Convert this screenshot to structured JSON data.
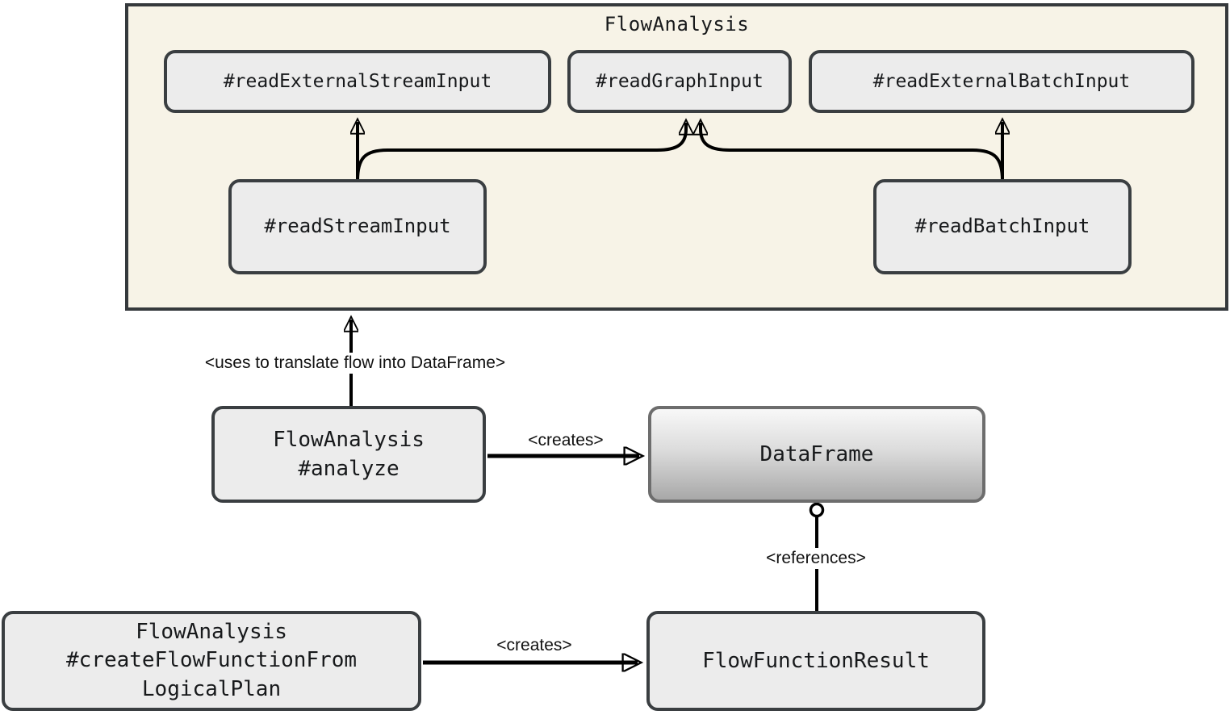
{
  "diagram": {
    "title": "FlowAnalysis",
    "nodes": {
      "readExternalStreamInput": {
        "label": "#readExternalStreamInput"
      },
      "readGraphInput": {
        "label": "#readGraphInput"
      },
      "readExternalBatchInput": {
        "label": "#readExternalBatchInput"
      },
      "readStreamInput": {
        "label": "#readStreamInput"
      },
      "readBatchInput": {
        "label": "#readBatchInput"
      },
      "flowAnalysisAnalyze": {
        "line1": "FlowAnalysis",
        "line2": "#analyze"
      },
      "dataFrame": {
        "label": "DataFrame"
      },
      "createFlowFunctionFromLogicalPlan": {
        "line1": "FlowAnalysis",
        "line2": "#createFlowFunctionFrom",
        "line3": "LogicalPlan"
      },
      "flowFunctionResult": {
        "label": "FlowFunctionResult"
      }
    },
    "edge_labels": {
      "uses": "<uses to translate flow into DataFrame>",
      "analyze_creates": "<creates>",
      "createflowfunction_creates": "<creates>",
      "references": "<references>"
    },
    "colors": {
      "canvas": "#FFFFFF",
      "container_fill": "#F7F3E7",
      "container_border": "#35393C",
      "node_fill": "#ECECEC",
      "node_border": "#3A3E41",
      "dataframe_gradient_top": "#F8F8F8",
      "dataframe_gradient_bottom": "#A8A8A8",
      "dataframe_border": "#6D6D6D",
      "edge_color": "#000000",
      "text_color": "#17191B"
    }
  }
}
